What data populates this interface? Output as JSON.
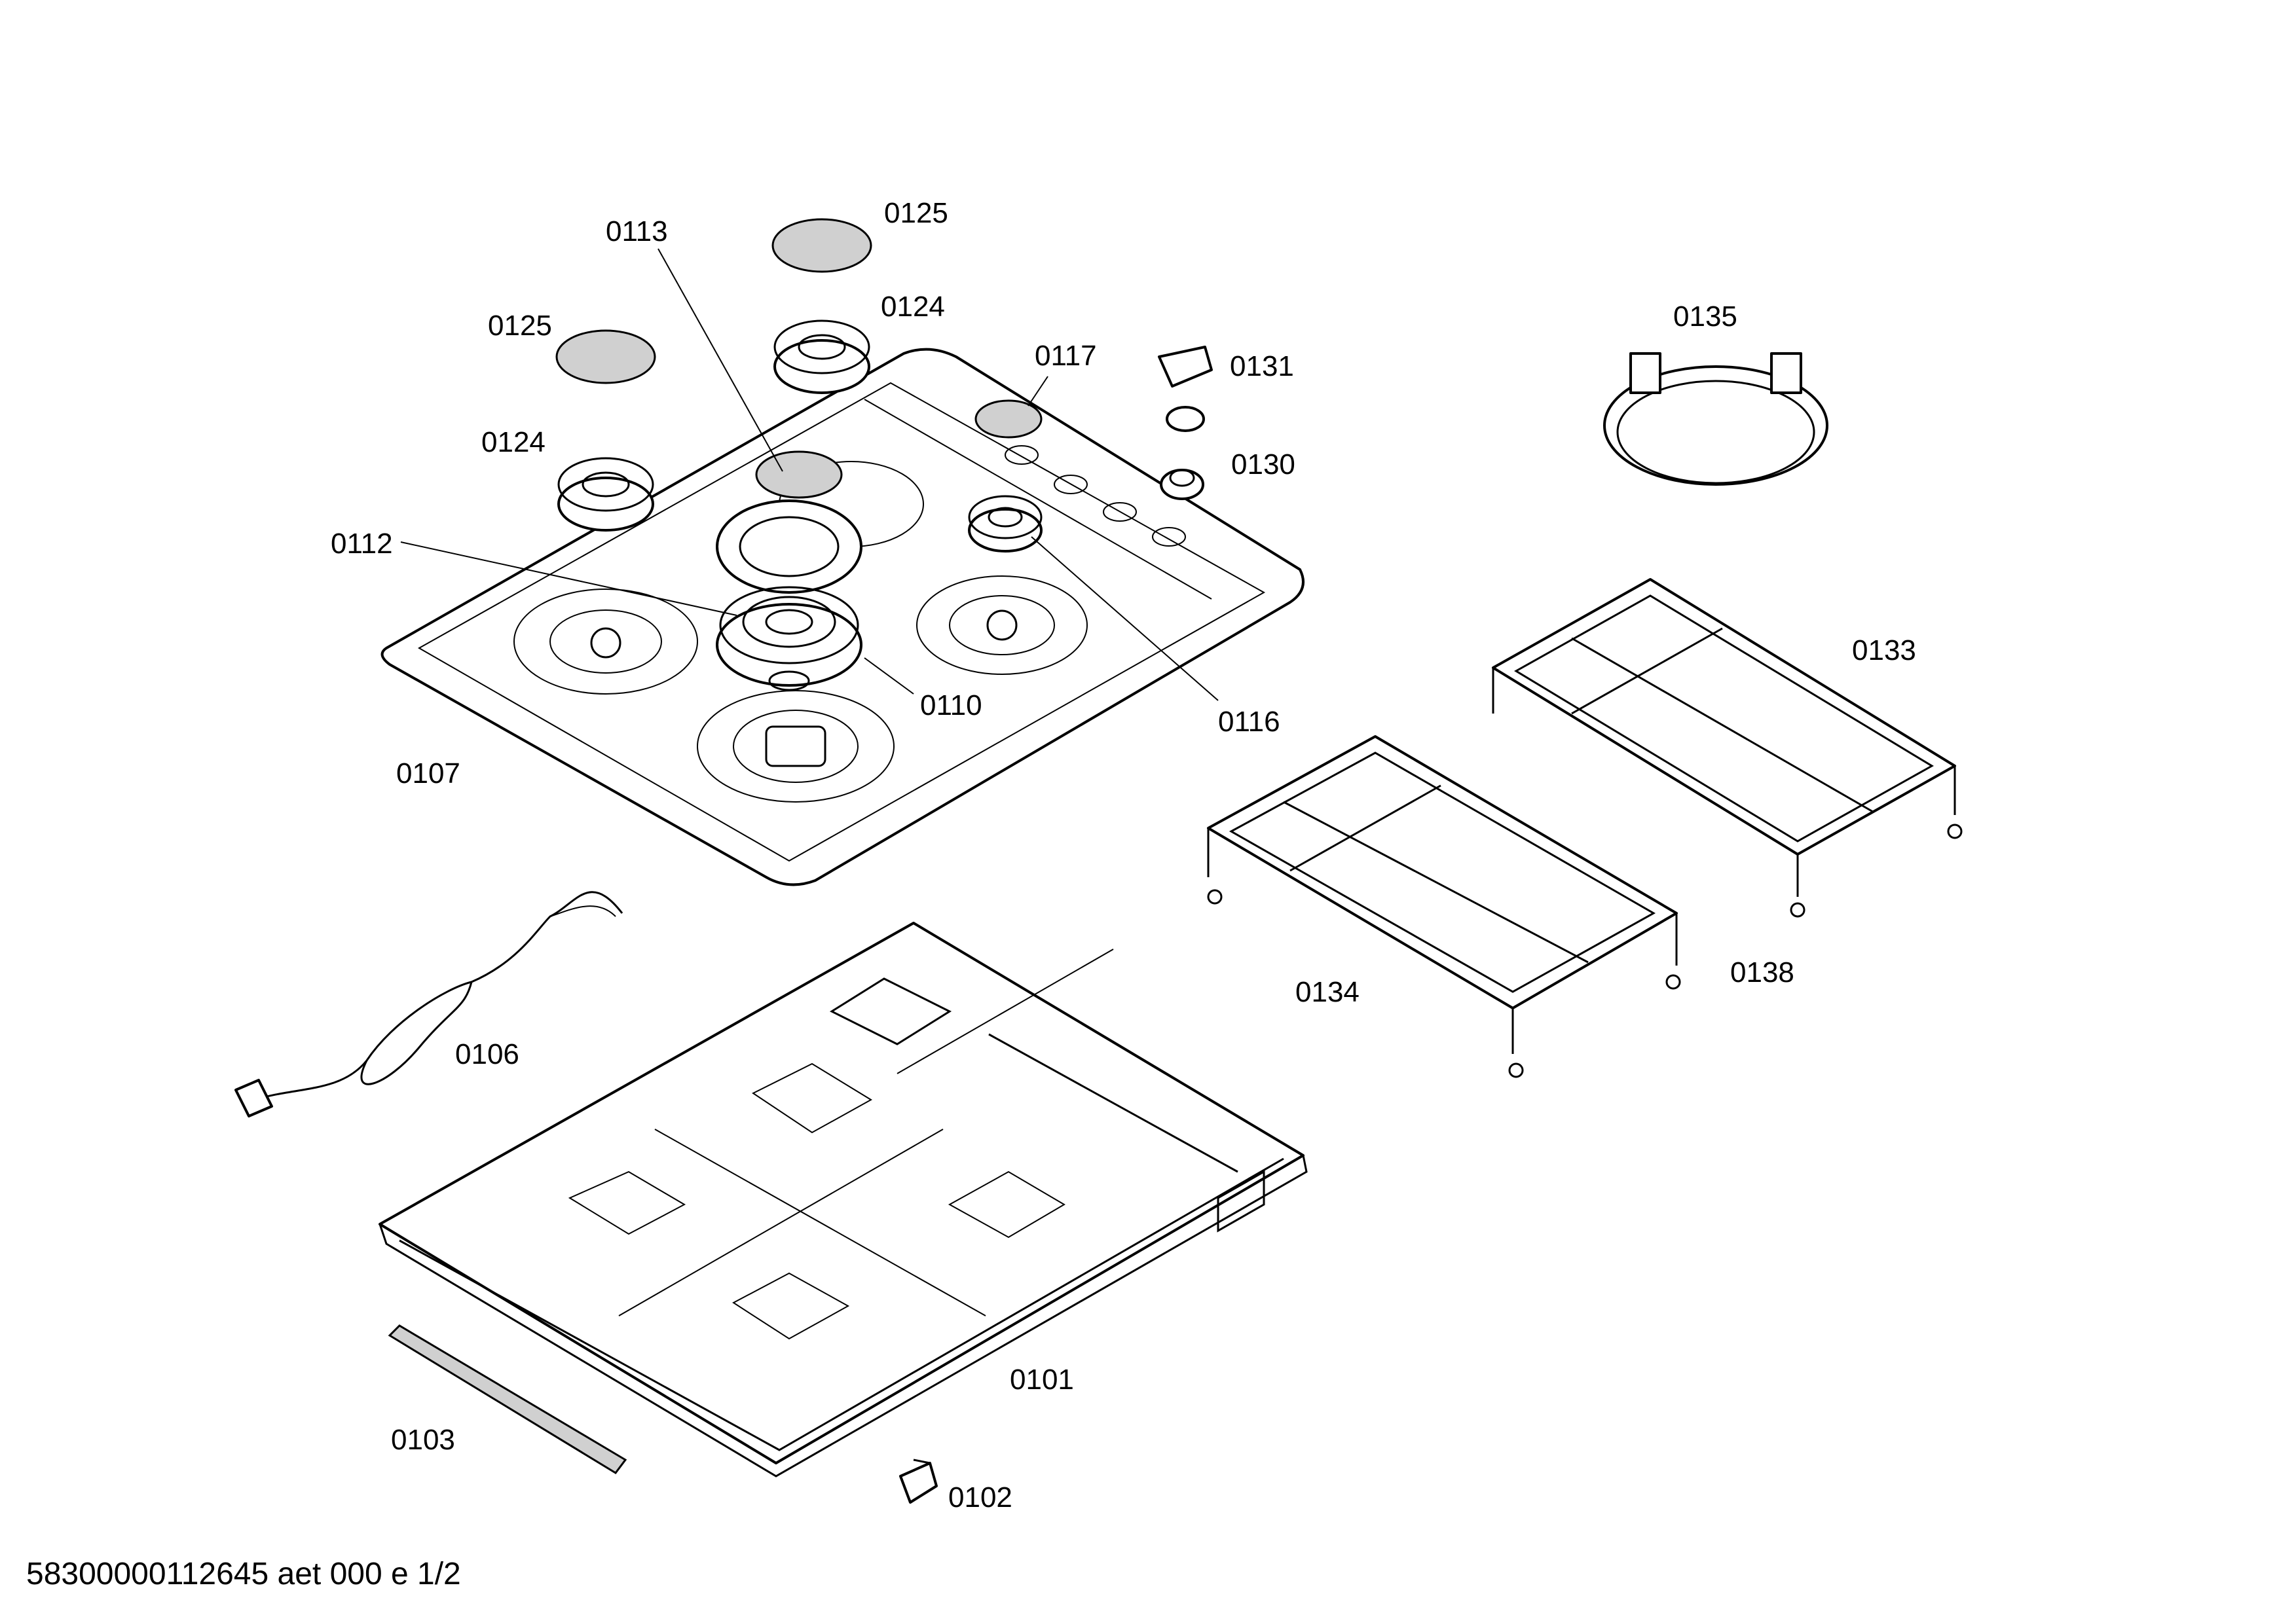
{
  "diagram": {
    "labels": {
      "l0101": "0101",
      "l0102": "0102",
      "l0103": "0103",
      "l0106": "0106",
      "l0107": "0107",
      "l0110": "0110",
      "l0112": "0112",
      "l0113": "0113",
      "l0116": "0116",
      "l0117": "0117",
      "l0124a": "0124",
      "l0124b": "0124",
      "l0125a": "0125",
      "l0125b": "0125",
      "l0130": "0130",
      "l0131": "0131",
      "l0133": "0133",
      "l0134": "0134",
      "l0135": "0135",
      "l0138": "0138"
    },
    "footer": "58300000112645 aet 000 e 1/2"
  }
}
